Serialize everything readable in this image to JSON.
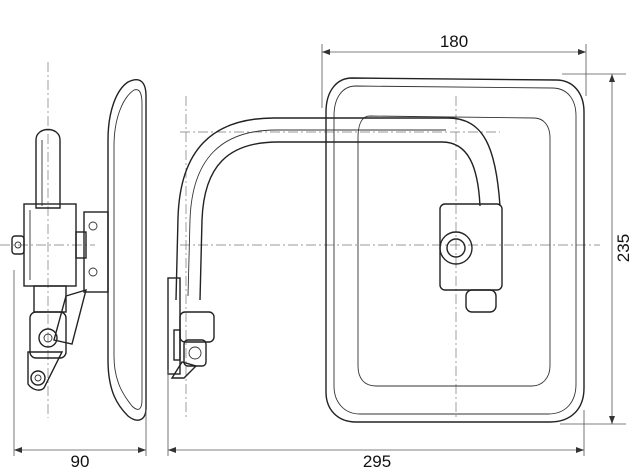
{
  "dimensions": {
    "width_top": "180",
    "height_right": "235",
    "depth_bottom": "90",
    "length_bottom": "295"
  },
  "colors": {
    "line": "#222222",
    "background": "#ffffff"
  }
}
